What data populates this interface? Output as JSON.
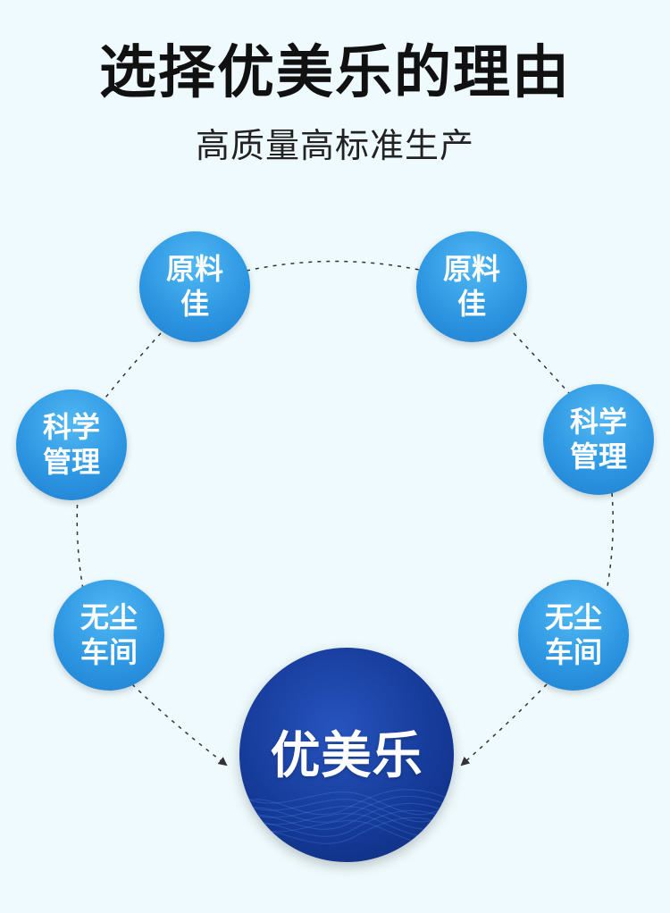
{
  "page": {
    "title": "选择优美乐的理由",
    "subtitle": "高质量高标准生产"
  },
  "diagram": {
    "nodes": [
      {
        "line1": "原料",
        "line2": "佳"
      },
      {
        "line1": "原料",
        "line2": "佳"
      },
      {
        "line1": "科学",
        "line2": "管理"
      },
      {
        "line1": "科学",
        "line2": "管理"
      },
      {
        "line1": "无尘",
        "line2": "车间"
      },
      {
        "line1": "无尘",
        "line2": "车间"
      }
    ],
    "center": {
      "label": "优美乐"
    }
  },
  "colors": {
    "background": "#eefafd",
    "node_blue": "#2d97e2",
    "center_blue": "#153a98",
    "title": "#111111",
    "subtitle": "#222222",
    "connector": "#333333"
  }
}
